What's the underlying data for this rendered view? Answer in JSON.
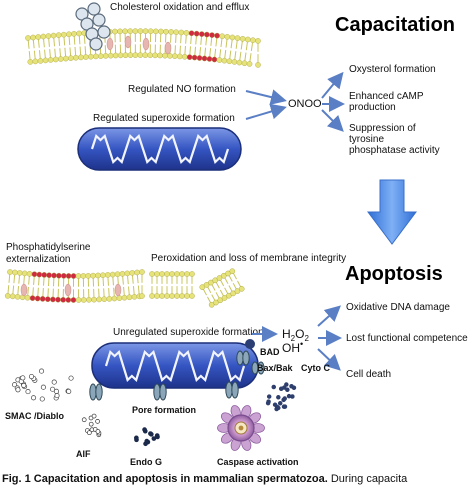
{
  "capacitation": {
    "title": "Capacitation",
    "cholesterol_label": "Cholesterol oxidation and efflux",
    "inputs": [
      "Regulated NO formation",
      "Regulated superoxide formation"
    ],
    "center": "ONOO-",
    "outputs": [
      [
        "Oxysterol formation"
      ],
      [
        "Enhanced cAMP",
        "production"
      ],
      [
        "Suppression of",
        "tyrosine",
        "phosphatase activity"
      ]
    ]
  },
  "apoptosis": {
    "title": "Apoptosis",
    "ps_label": [
      "Phosphatidylserine",
      "externalization"
    ],
    "peroxidation_label": "Peroxidation and  loss of membrane integrity",
    "input": "Unregulated superoxide formation",
    "h2o2": "H",
    "h2o2_sub": "2",
    "h2o2_o": "O",
    "oh": "OH",
    "outputs": [
      "Oxidative DNA damage",
      "Lost functional competence",
      "Cell death"
    ],
    "labels": {
      "bad": "BAD",
      "bax_bak": "Bax/Bak",
      "cyto_c": "Cyto C",
      "smac": "SMAC /Diablo",
      "aif": "AIF",
      "pore": "Pore formation",
      "endo_g": "Endo G",
      "caspase": "Caspase activation"
    }
  },
  "caption": {
    "bold": "Fig. 1 Capacitation and apoptosis in mammalian spermatozoa.",
    "rest": " During capacita"
  },
  "colors": {
    "membrane_head": "#e6e37a",
    "membrane_tail": "#c9c55e",
    "raft": "#cf2a3f",
    "mito_outer": "#3c5fc6",
    "arrow_blue": "#5b7fc4",
    "big_arrow": "#4a86e8"
  }
}
